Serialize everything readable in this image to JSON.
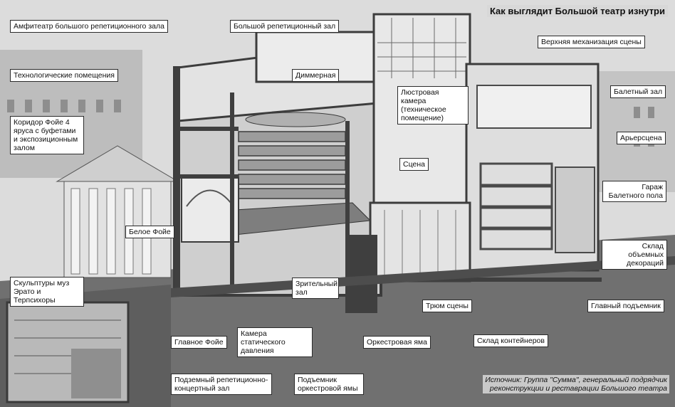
{
  "title": "Как выглядит Большой театр изнутри",
  "source": {
    "line1": "Источник: Группа \"Сумма\", генеральный подрядчик",
    "line2": "реконструкции и реставрации Большого театра"
  },
  "labels": {
    "amphitheater": "Амфитеатр большого репетиционного зала",
    "big_rehearsal_hall": "Большой репетиционный зал",
    "upper_stage_machinery": "Верхняя механизация сцены",
    "technical_rooms": "Технологические помещения",
    "dimmer_room": "Диммерная",
    "chandelier_chamber": "Люстровая камера (техническое помещение)",
    "ballet_hall": "Балетный зал",
    "foyer_corridor": "Коридор Фойе 4 яруса с буфетами и экспозиционным залом",
    "back_stage": "Арьерсцена",
    "stage": "Сцена",
    "ballet_floor_garage": "Гараж Балетного пола",
    "white_foyer": "Белое Фойе",
    "volume_scenery_store": "Склад объемных декораций",
    "muses_sculptures": "Скульптуры муз Эрато и Терпсихоры",
    "auditorium": "Зрительный зал",
    "stage_hold": "Трюм сцены",
    "main_lift": "Главный подъемник",
    "main_foyer": "Главное Фойе",
    "static_pressure_chamber": "Камера статического давления",
    "orchestra_pit": "Оркестровая яма",
    "container_store": "Склад контейнеров",
    "underground_concert_hall": "Подземный репетиционно-концертный зал",
    "orchestra_pit_lift": "Подъемник оркестровой ямы"
  },
  "colors": {
    "background": "#d8d8d8",
    "structure": "#4a4a4a",
    "light_wall": "#e6e6e6",
    "ground": "#6d6d6d",
    "label_border": "#2b2b2b"
  }
}
